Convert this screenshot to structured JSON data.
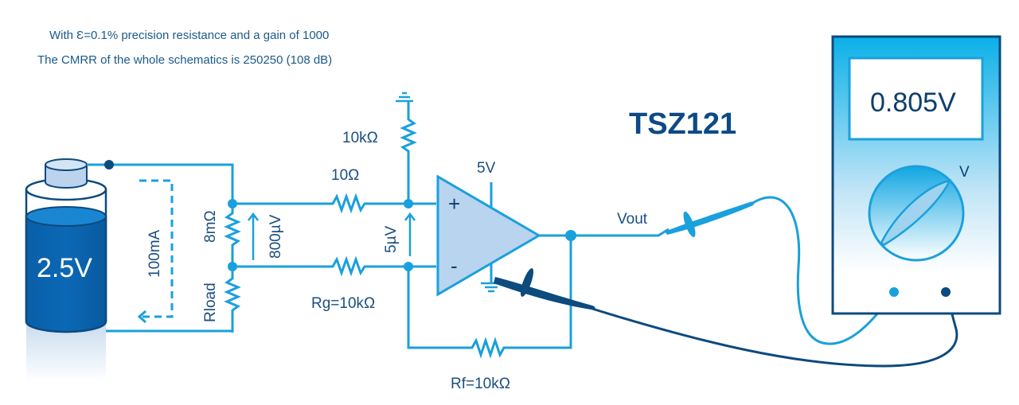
{
  "notes": {
    "line1": "With Ɛ=0.1% precision resistance and a gain of 1000",
    "line2": "The CMRR of the whole schematics is 250250 (108 dB)"
  },
  "title": "TSZ121",
  "battery": {
    "voltage": "2.5V"
  },
  "current_label": "100mA",
  "shunt_resistor": {
    "label": "8mΩ"
  },
  "load_resistor": {
    "label": "Rload"
  },
  "shunt_voltage": "800µV",
  "input_resistor_top": {
    "label": "10Ω"
  },
  "input_resistor_bottom": {
    "label": "Rg=10kΩ"
  },
  "bias_resistor": {
    "label": "10kΩ"
  },
  "offset_voltage": "5µV",
  "opamp": {
    "supply": "5V",
    "plus": "+",
    "minus": "-"
  },
  "feedback_resistor": {
    "label": "Rf=10kΩ"
  },
  "output_label": "Vout",
  "multimeter": {
    "reading": "0.805V",
    "mode": "V"
  },
  "colors": {
    "wire": "#1aa0dc",
    "dark": "#0d4a7e",
    "text": "#1b4f80",
    "battery_fill": "#0a5ea8",
    "opamp_fill": "#b9d4ef"
  }
}
